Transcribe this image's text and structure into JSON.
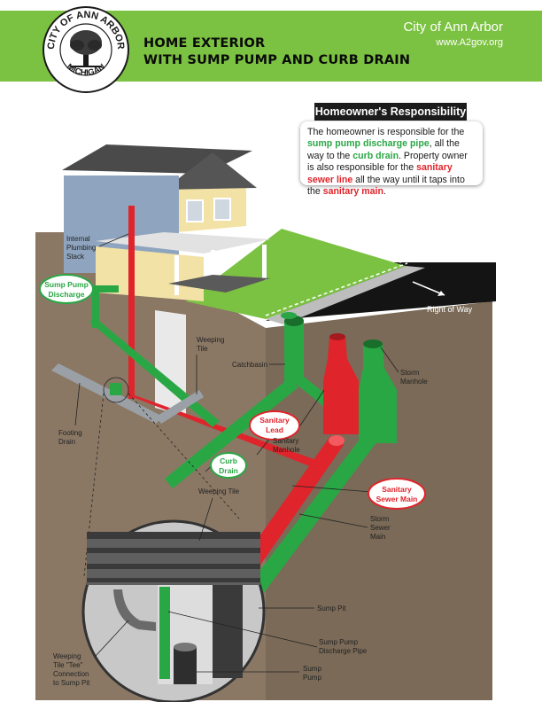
{
  "header": {
    "seal_text_top": "CITY OF ANN ARBOR",
    "seal_text_bottom": "MICHIGAN",
    "title_line1": "HOME EXTERIOR",
    "title_line2": "WITH SUMP PUMP AND CURB DRAIN",
    "city_name": "City of Ann Arbor",
    "website": "www.A2gov.org"
  },
  "responsibility": {
    "heading": "Homeowner's Responsibility",
    "p1": "The homeowner is responsible for the ",
    "h1": "sump pump discharge pipe",
    "p2": ", all the way to the ",
    "h2": "curb drain",
    "p3": ". Property owner is also responsible for the ",
    "h3": "sanitary sewer line",
    "p4": " all the way until it taps into the ",
    "h4": "sanitary main",
    "p5": "."
  },
  "labels": {
    "internal_stack_1": "Internal",
    "internal_stack_2": "Plumbing",
    "internal_stack_3": "Stack",
    "sump_discharge_1": "Sump Pump",
    "sump_discharge_2": "Discharge",
    "weeping_tile_1": "Weeping",
    "weeping_tile_2": "Tile",
    "catchbasin": "Catchbasin",
    "right_of_way": "Right of Way",
    "storm_manhole_1": "Storm",
    "storm_manhole_2": "Manhole",
    "footing_drain_1": "Footing",
    "footing_drain_2": "Drain",
    "sanitary_lead_1": "Sanitary",
    "sanitary_lead_2": "Lead",
    "sanitary_manhole_1": "Sanitary",
    "sanitary_manhole_2": "Manhole",
    "curb_drain_1": "Curb",
    "curb_drain_2": "Drain",
    "sanitary_main_1": "Sanitary",
    "sanitary_main_2": "Sewer Main",
    "storm_main_1": "Storm",
    "storm_main_2": "Sewer",
    "storm_main_3": "Main",
    "weeping_tile_detail": "Weeping Tile",
    "sump_pit": "Sump Pit",
    "sump_discharge_pipe_1": "Sump Pump",
    "sump_discharge_pipe_2": "Discharge Pipe",
    "tee_1": "Weeping",
    "tee_2": "Tile \"Tee\"",
    "tee_3": "Connection",
    "tee_4": "to Sump Pit",
    "sump_pump_1": "Sump",
    "sump_pump_2": "Pump"
  },
  "colors": {
    "brand_green": "#7cc242",
    "pipe_green": "#2aa745",
    "pipe_red": "#e0242b",
    "soil": "#8a7865",
    "road": "#141414"
  }
}
